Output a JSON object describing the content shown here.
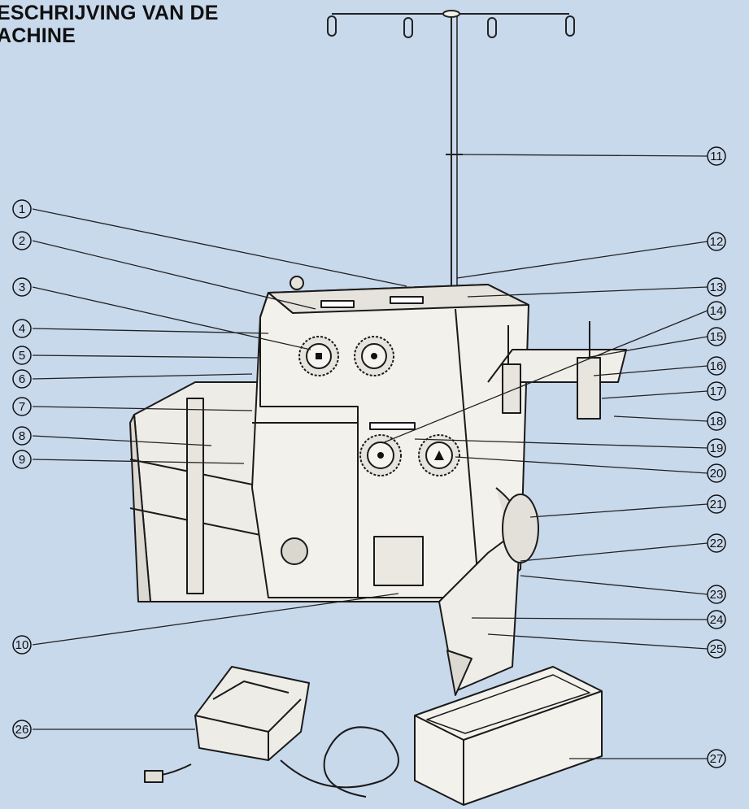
{
  "title": {
    "line1": "ESCHRIJVING VAN DE",
    "line2": "ACHINE"
  },
  "callouts": [
    "1",
    "2",
    "3",
    "4",
    "5",
    "6",
    "7",
    "8",
    "9",
    "10",
    "11",
    "12",
    "13",
    "14",
    "15",
    "16",
    "17",
    "18",
    "19",
    "20",
    "21",
    "22",
    "23",
    "24",
    "25",
    "26",
    "27"
  ],
  "colors": {
    "background": "#c9d9ec",
    "ink": "#111111",
    "machine_body": "#f3f1ec",
    "machine_shadow": "#dcd9d2"
  }
}
